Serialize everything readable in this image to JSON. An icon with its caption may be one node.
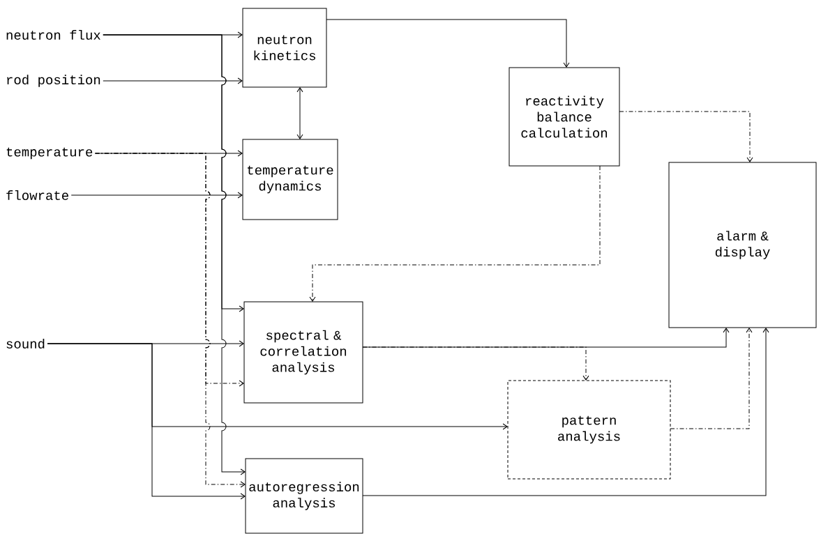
{
  "diagram": {
    "nodes": [
      {
        "text": [
          "neutron flux"
        ]
      },
      {
        "text": [
          "rod position"
        ]
      },
      {
        "text": [
          "temperature"
        ]
      },
      {
        "text": [
          "flowrate"
        ]
      },
      {
        "text": [
          "sound"
        ]
      },
      {
        "text": [
          "neutron kinetics"
        ]
      },
      {
        "text": [
          "reactivity balance calculation"
        ]
      },
      {
        "text": [
          "temperature dynamics"
        ]
      },
      {
        "text": [
          "alarm & display"
        ]
      },
      {
        "text": [
          "spectral & correlation analysis"
        ]
      },
      {
        "text": [
          "pattern analysis"
        ]
      },
      {
        "text": [
          "autoregression analysis"
        ]
      }
    ],
    "edges": [
      {
        "from": 0,
        "to": 5,
        "arrow": "to"
      },
      {
        "from": 1,
        "to": 5,
        "arrow": "to"
      },
      {
        "from": 2,
        "to": 7,
        "arrow": "to"
      },
      {
        "from": 3,
        "to": 7,
        "arrow": "to"
      },
      {
        "from": 5,
        "to": 7,
        "arrow": "both"
      },
      {
        "from": 5,
        "to": 6,
        "arrow": "to"
      },
      {
        "from": 6,
        "to": 8,
        "arrow": "to",
        "style": "dashed"
      },
      {
        "from": 6,
        "to": 9,
        "arrow": "to",
        "style": "dashed"
      },
      {
        "from": 4,
        "to": 9,
        "arrow": "to"
      },
      {
        "from": 0,
        "to": 9,
        "arrow": "to"
      },
      {
        "from": 0,
        "to": 11,
        "arrow": "to"
      },
      {
        "from": 2,
        "to": 9,
        "arrow": "to",
        "style": "dashed"
      },
      {
        "from": 2,
        "to": 11,
        "arrow": "to",
        "style": "dashed"
      },
      {
        "from": 4,
        "to": 10,
        "arrow": "to"
      },
      {
        "from": 4,
        "to": 11,
        "arrow": "to"
      },
      {
        "from": 9,
        "to": 8,
        "arrow": "to"
      },
      {
        "from": 9,
        "to": 10,
        "arrow": "to",
        "style": "dashed"
      },
      {
        "from": 10,
        "to": 8,
        "arrow": "to",
        "style": "dashed"
      },
      {
        "from": 11,
        "to": 8,
        "arrow": "to"
      }
    ]
  }
}
